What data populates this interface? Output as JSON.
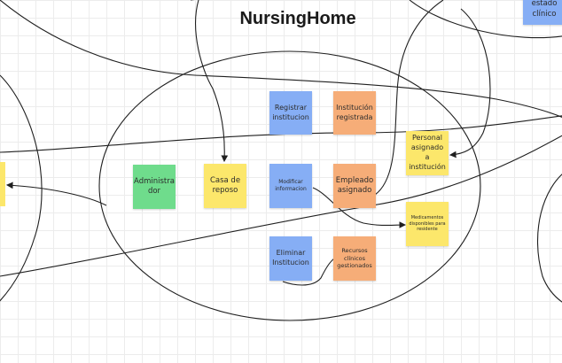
{
  "board": {
    "title": "NursingHome",
    "colors": {
      "blue": "#86aef5",
      "orange": "#f6ad78",
      "green": "#6fdc8c",
      "yellow": "#fce76b",
      "connector": "#1f1f1f"
    }
  },
  "notes": {
    "registrar": "Registrar institucion",
    "institucion_registrada": "Institución registrada",
    "administrador": "Administra dor",
    "casa_reposo": "Casa de reposo",
    "modificar": "Modificar informacion",
    "empleado": "Empleado asignado",
    "personal": "Personal asignado a institución",
    "medicamentos": "Medicamentos disponibles para residente",
    "eliminar": "Eliminar Institucion",
    "recursos": "Recursos clínicos gestionados",
    "estado_clinico": "estado clínico"
  }
}
